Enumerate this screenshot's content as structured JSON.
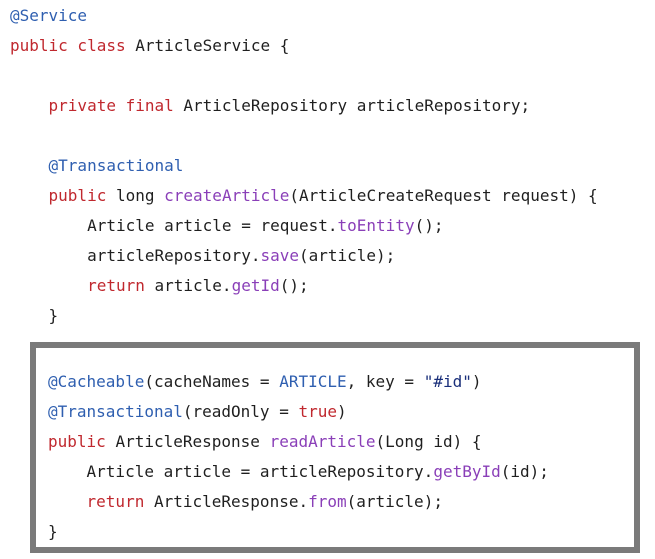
{
  "lines": [
    [
      {
        "c": "ann",
        "t": "@Service"
      }
    ],
    [
      {
        "c": "kw",
        "t": "public class "
      },
      {
        "c": "plain",
        "t": "ArticleService {"
      }
    ],
    [
      {
        "c": "kw",
        "t": "    private final "
      },
      {
        "c": "plain",
        "t": "ArticleRepository articleRepository;"
      }
    ],
    [
      {
        "c": "ann",
        "t": "    @Transactional"
      }
    ],
    [
      {
        "c": "kw",
        "t": "    public "
      },
      {
        "c": "plain",
        "t": "long "
      },
      {
        "c": "fn",
        "t": "createArticle"
      },
      {
        "c": "plain",
        "t": "(ArticleCreateRequest request) {"
      }
    ],
    [
      {
        "c": "plain",
        "t": "        Article article = request."
      },
      {
        "c": "fn",
        "t": "toEntity"
      },
      {
        "c": "plain",
        "t": "();"
      }
    ],
    [
      {
        "c": "plain",
        "t": "        articleRepository."
      },
      {
        "c": "fn",
        "t": "save"
      },
      {
        "c": "plain",
        "t": "(article);"
      }
    ],
    [
      {
        "c": "kw",
        "t": "        return "
      },
      {
        "c": "plain",
        "t": "article."
      },
      {
        "c": "fn",
        "t": "getId"
      },
      {
        "c": "plain",
        "t": "();"
      }
    ],
    [
      {
        "c": "plain",
        "t": "    }"
      }
    ]
  ],
  "box_lines": [
    [
      {
        "c": "ann",
        "t": "@Cacheable"
      },
      {
        "c": "plain",
        "t": "(cacheNames = "
      },
      {
        "c": "cn",
        "t": "ARTICLE"
      },
      {
        "c": "plain",
        "t": ", key = "
      },
      {
        "c": "str",
        "t": "\"#id\""
      },
      {
        "c": "plain",
        "t": ")"
      }
    ],
    [
      {
        "c": "ann",
        "t": "@Transactional"
      },
      {
        "c": "plain",
        "t": "(readOnly = "
      },
      {
        "c": "kw",
        "t": "true"
      },
      {
        "c": "plain",
        "t": ")"
      }
    ],
    [
      {
        "c": "kw",
        "t": "public "
      },
      {
        "c": "plain",
        "t": "ArticleResponse "
      },
      {
        "c": "fn",
        "t": "readArticle"
      },
      {
        "c": "plain",
        "t": "(Long id) {"
      }
    ],
    [
      {
        "c": "plain",
        "t": "    Article article = articleRepository."
      },
      {
        "c": "fn",
        "t": "getById"
      },
      {
        "c": "plain",
        "t": "(id);"
      }
    ],
    [
      {
        "c": "kw",
        "t": "    return "
      },
      {
        "c": "plain",
        "t": "ArticleResponse."
      },
      {
        "c": "fn",
        "t": "from"
      },
      {
        "c": "plain",
        "t": "(article);"
      }
    ],
    [
      {
        "c": "plain",
        "t": "}"
      }
    ]
  ],
  "colors": {
    "annotation": "#2f5fb0",
    "keyword": "#c0282e",
    "method": "#8a3fb8",
    "highlight_border": "#7a7a7a"
  }
}
